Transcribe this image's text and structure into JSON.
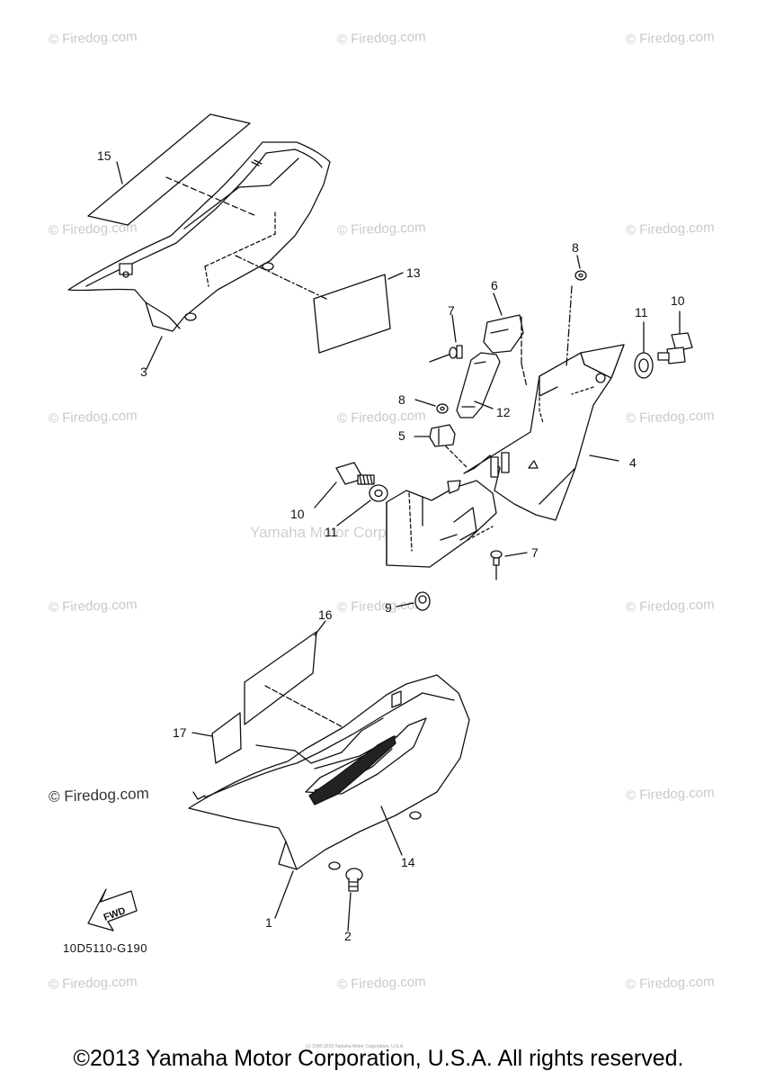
{
  "watermark": {
    "text": "© Firedog.com",
    "center_text": "Yamaha Motor Corp., U.S.A."
  },
  "callouts": {
    "c1": "1",
    "c2": "2",
    "c3": "3",
    "c4": "4",
    "c5": "5",
    "c6": "6",
    "c7a": "7",
    "c7b": "7",
    "c8a": "8",
    "c8b": "8",
    "c9": "9",
    "c10a": "10",
    "c10b": "10",
    "c11a": "11",
    "c11b": "11",
    "c12": "12",
    "c13": "13",
    "c14": "14",
    "c15": "15",
    "c16": "16",
    "c17": "17"
  },
  "fwd_label": "FWD",
  "diagram_code": "10D5110-G190",
  "tiny_notice": "(c) 2000-2015 Yamaha Motor Corporation, U.S.A.",
  "footer": "©2013 Yamaha Motor Corporation, U.S.A. All rights reserved."
}
